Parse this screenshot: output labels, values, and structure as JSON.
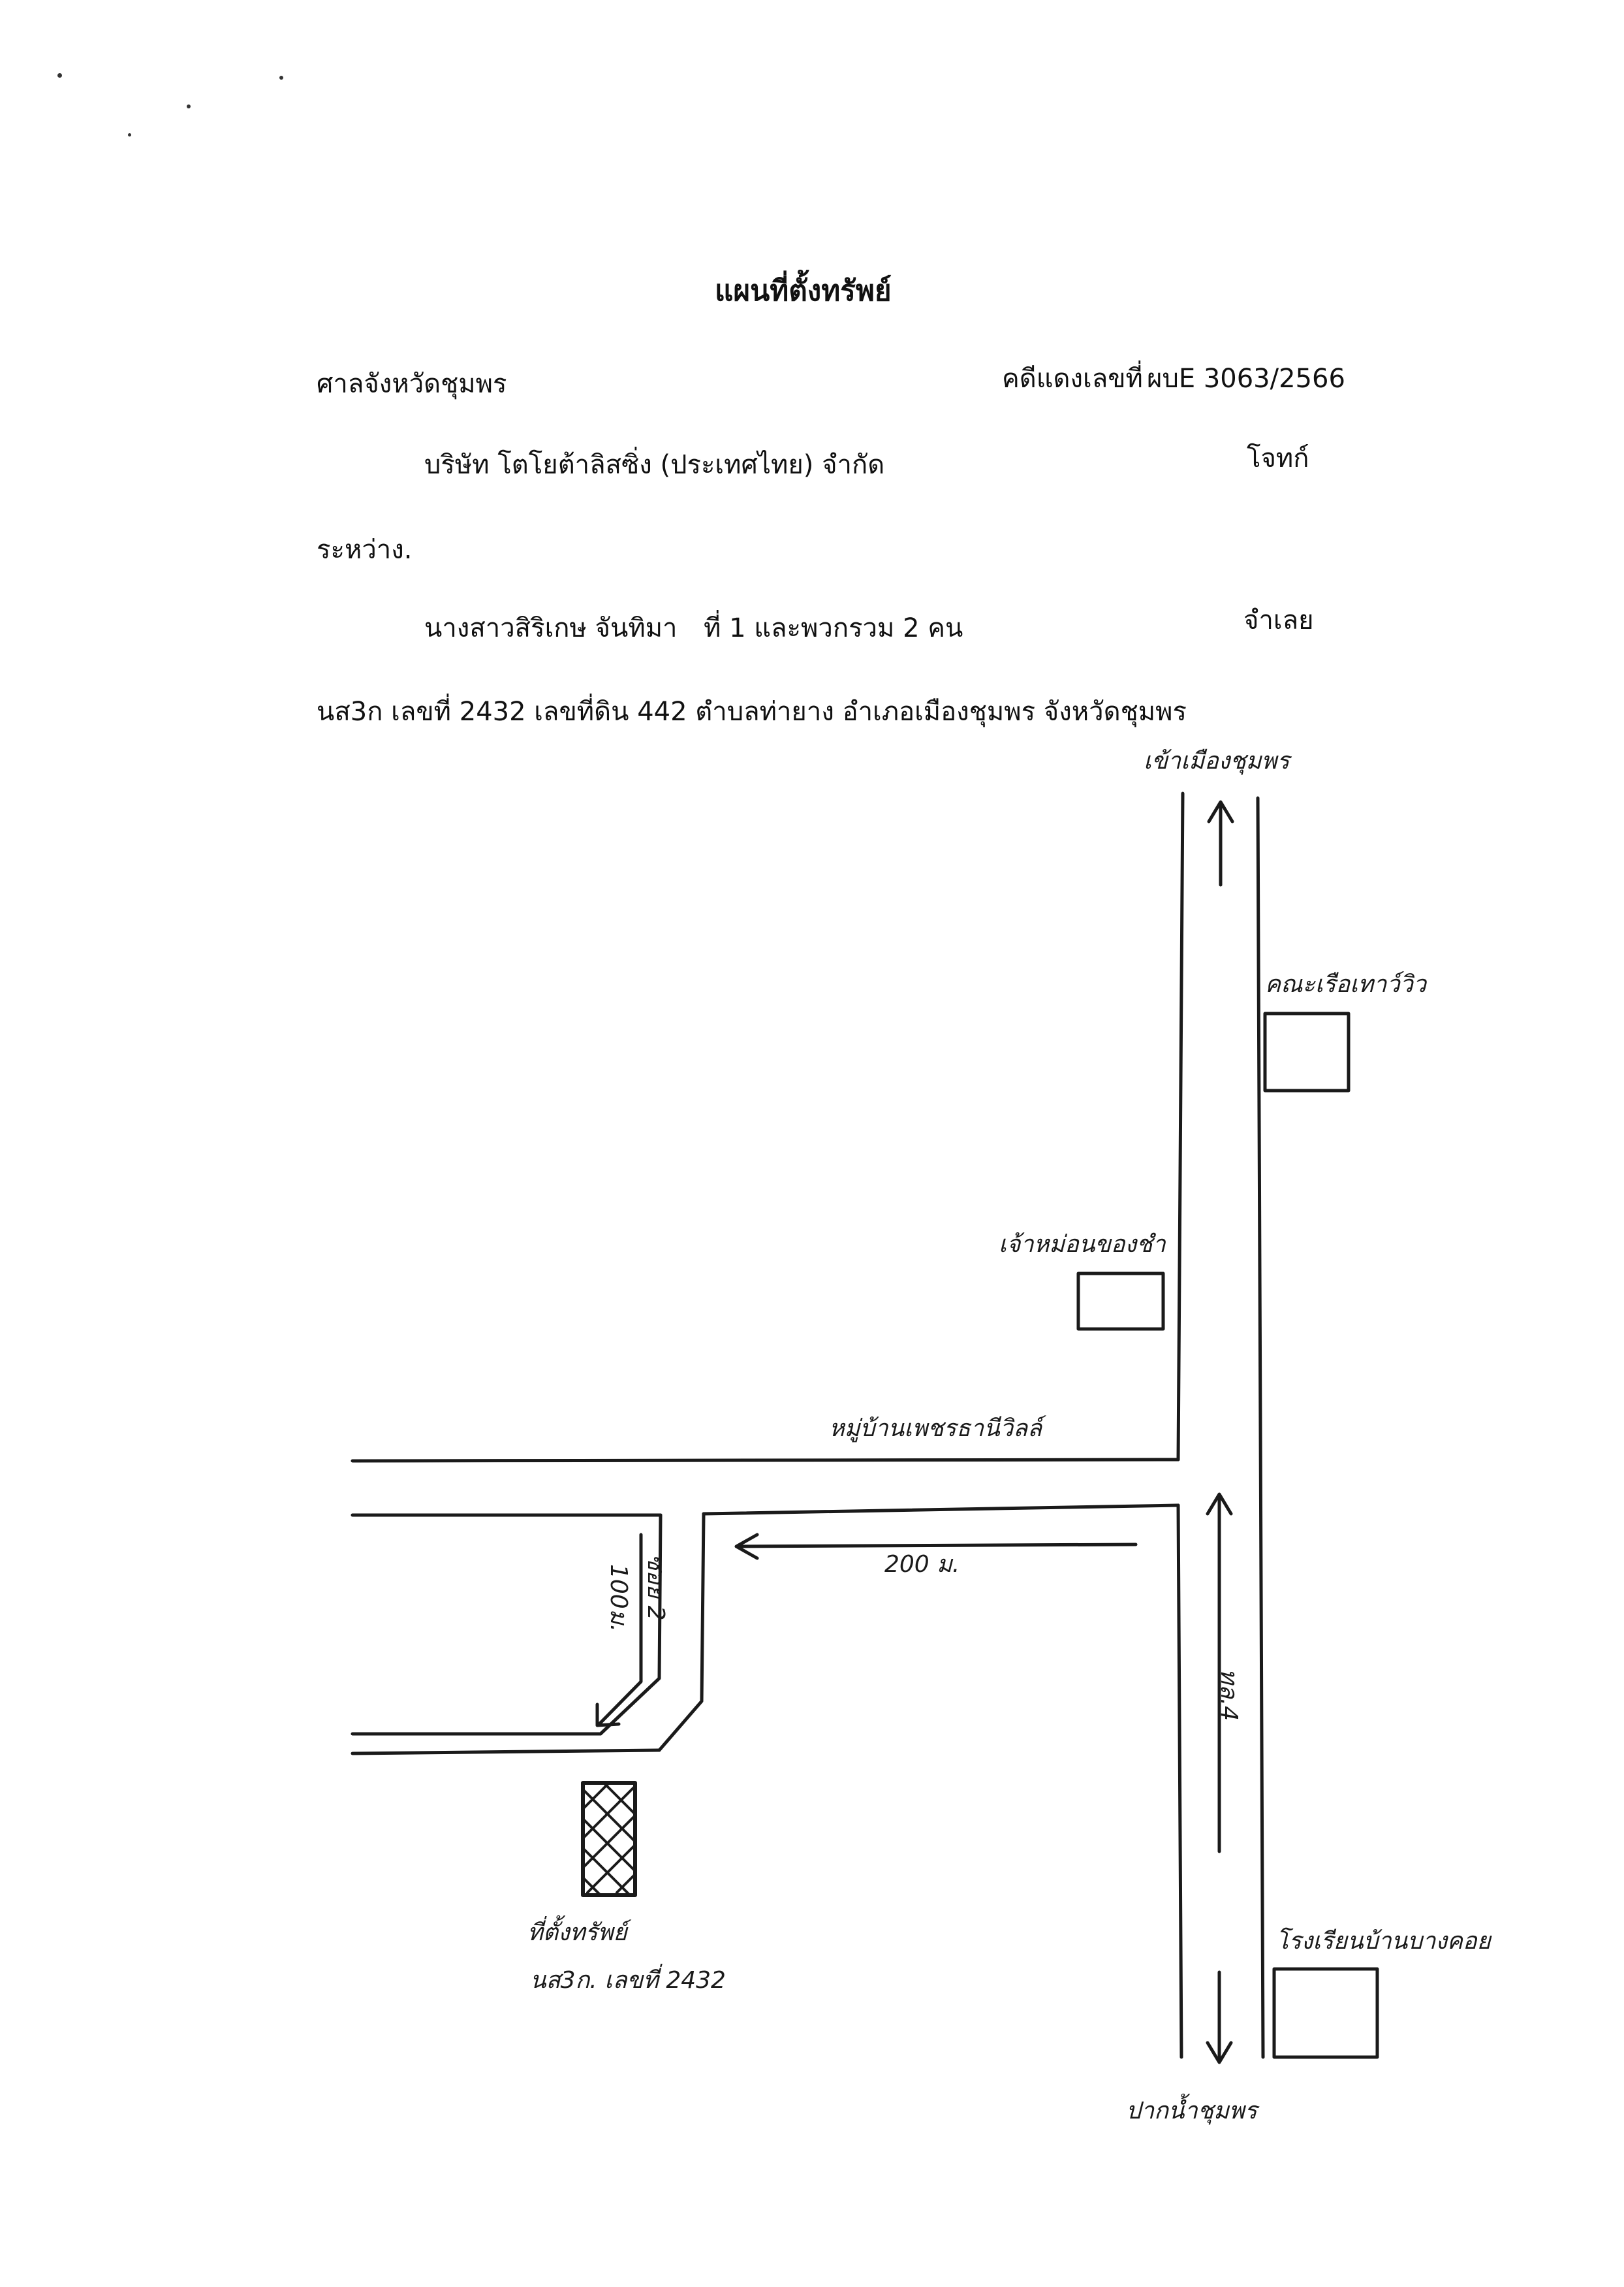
{
  "header": {
    "title": "แผนที่ตั้งทรัพย์",
    "court": "ศาลจังหวัดชุมพร",
    "case_label": "คดีแดงเลขที่",
    "case_number": "ผบE 3063/2566",
    "plaintiff_name": "บริษัท โตโยต้าลิสซิ่ง (ประเทศไทย) จำกัด",
    "plaintiff_role": "โจทก์",
    "between": "ระหว่าง.",
    "defendant_name": "นางสาวสิริเกษ จันทิมา",
    "defendant_suffix": "ที่ 1 และพวกรวม 2 คน",
    "defendant_role": "จำเลย",
    "deed_line": "นส3ก เลขที่ 2432 เลขที่ดิน 442 ตำบลท่ายาง อำเภอเมืองชุมพร จังหวัดชุมพร"
  },
  "map": {
    "to_city": "เข้าเมืองชุมพร",
    "landmark_1": "คณะเรือเทาว์วิว",
    "landmark_2": "เจ้าหม่อนของชำ",
    "village_road": "หมู่บ้านเพชรธานีวิลล์",
    "soi_label": "ซอย 2",
    "dist_200": "200 ม.",
    "dist_100": "100ม.",
    "highway": "ทล.4",
    "property_label": "ที่ตั้งทรัพย์",
    "property_deed": "นส3ก. เลขที่ 2432",
    "school": "โรงเรียนบ้านบางคอย",
    "to_river_mouth": "ปากน้ำชุมพร"
  }
}
